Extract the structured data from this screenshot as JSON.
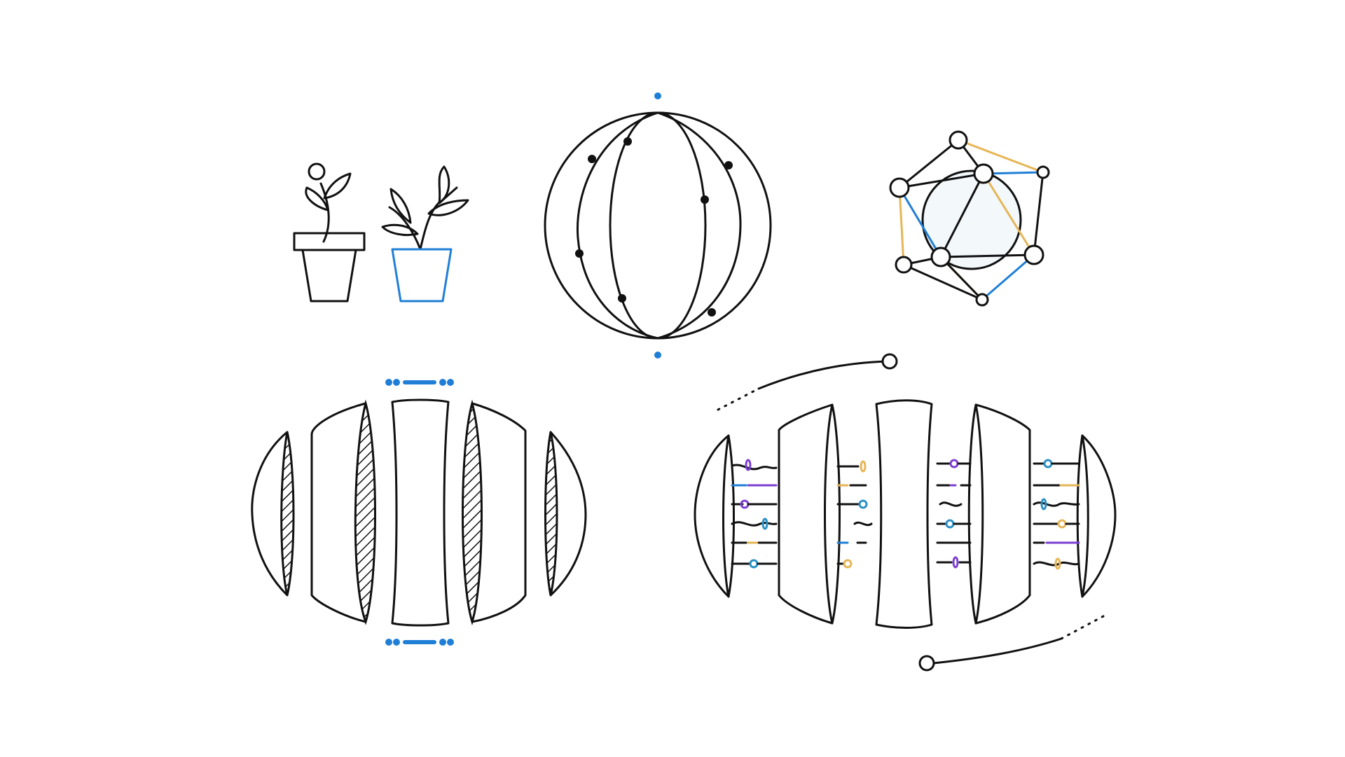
{
  "canvas": {
    "background": "#ffffff"
  },
  "palette": {
    "ink": "#111111",
    "blue": "#1f7fd6",
    "yellow": "#e6b656",
    "purple": "#7b3fd1",
    "teal": "#2a8fc4",
    "sphere_fill": "#f3f8fb"
  },
  "illustrations": [
    {
      "name": "two-potted-plants",
      "icons": [
        "plant-pot-black-icon",
        "plant-pot-blue-icon"
      ]
    },
    {
      "name": "longitude-sphere-with-points",
      "icons": [
        "sphere-icon"
      ]
    },
    {
      "name": "polyhedron-network",
      "icons": [
        "network-icon"
      ]
    },
    {
      "name": "sliced-sphere-hatched",
      "icons": [
        "sliced-sphere-icon"
      ]
    },
    {
      "name": "sliced-sphere-with-connectors",
      "icons": [
        "sliced-sphere-connected-icon"
      ]
    }
  ]
}
